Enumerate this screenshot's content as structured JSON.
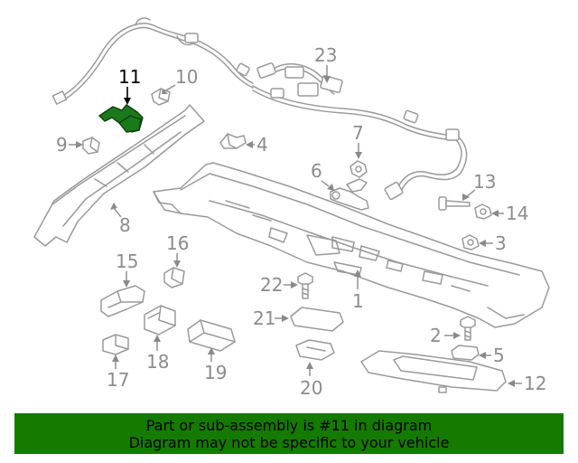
{
  "diagram": {
    "highlighted_part": "11",
    "callouts": [
      "11",
      "10",
      "23",
      "9",
      "4",
      "7",
      "6",
      "8",
      "13",
      "14",
      "3",
      "16",
      "15",
      "22",
      "1",
      "21",
      "2",
      "5",
      "18",
      "17",
      "19",
      "20",
      "12"
    ],
    "colors": {
      "line_art": "#9a9a9a",
      "callout_text": "#8c8c8c",
      "highlight_fill": "#1a7a1a",
      "banner_background": "#157a00"
    }
  },
  "banner": {
    "line1": "Part or sub-assembly is #11 in diagram",
    "line2": "Diagram may not be specific to your vehicle"
  }
}
